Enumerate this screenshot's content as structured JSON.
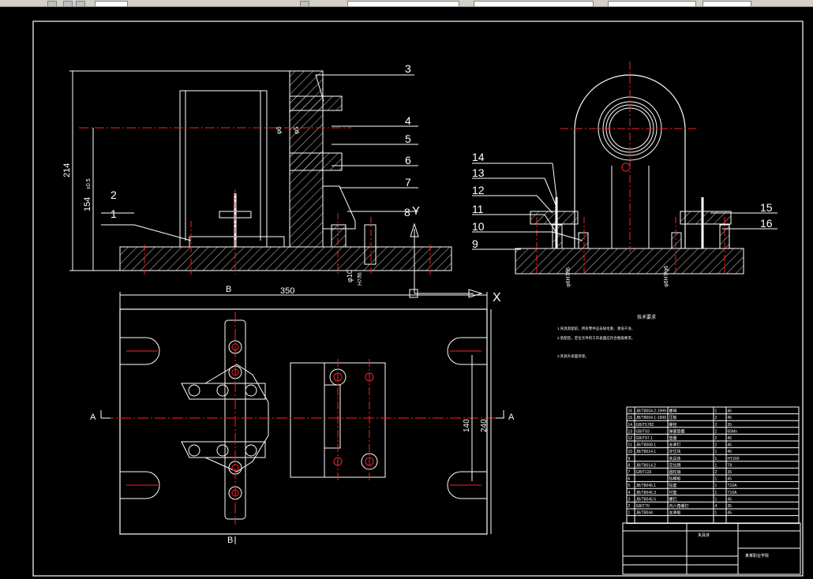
{
  "drawing": {
    "view_labels": {
      "section_b": "B",
      "section_a_left": "A",
      "section_a_right": "A",
      "section_b_bottom": "B"
    },
    "axes": {
      "x": "X",
      "y": "Y"
    },
    "dimensions": {
      "overall_height": "214",
      "height_2": "154",
      "tol_2": "±0.5",
      "length": "350",
      "width_140": "140",
      "width_240": "240",
      "bore_1": "φ6",
      "bore_2": "φ5",
      "pin_diam": "φ10",
      "fit": "H7/f6",
      "fit_right": "φ6H7/f6",
      "fit_right_2": "φ6H7/g6"
    },
    "callouts": {
      "left": [
        "1",
        "2",
        "3",
        "4",
        "5",
        "6",
        "7",
        "8"
      ],
      "right": [
        "9",
        "10",
        "11",
        "12",
        "13",
        "14",
        "15",
        "16"
      ]
    },
    "tech_requirements": {
      "title": "技术要求",
      "lines": [
        "1.夹具装配前，所有零件应去除毛刺、清洗干净。",
        "2.装配后，定位元件的工作表面应符合图纸要求。",
        "3.夹具外表面涂漆。"
      ]
    },
    "title_block": {
      "company": "某某职业学院",
      "drawing_name": "夹具体"
    },
    "bom_rows": [
      [
        "16",
        "JB/T8004.2-1999",
        "螺母",
        "1",
        "45"
      ],
      [
        "15",
        "JB/T8004.1-1999",
        "压板",
        "2",
        "45"
      ],
      [
        "14",
        "GB/T5782",
        "螺栓",
        "2",
        "35"
      ],
      [
        "13",
        "GB/T93",
        "弹簧垫圈",
        "2",
        "65Mn"
      ],
      [
        "12",
        "GB/T97.1",
        "垫圈",
        "2",
        "45"
      ],
      [
        "11",
        "JB/T8008.1",
        "支承钉",
        "2",
        "45"
      ],
      [
        "10",
        "JB/T8014.1",
        "定位块",
        "1",
        "45"
      ],
      [
        "9",
        "",
        "夹具体",
        "1",
        "HT200"
      ],
      [
        "8",
        "JB/T8014.2",
        "定位销",
        "1",
        "T8"
      ],
      [
        "7",
        "GB/T119",
        "圆柱销",
        "2",
        "35"
      ],
      [
        "6",
        "",
        "钻模板",
        "1",
        "45"
      ],
      [
        "5",
        "JB/T8045.1",
        "钻套",
        "1",
        "T10A"
      ],
      [
        "4",
        "JB/T8045.3",
        "衬套",
        "1",
        "T10A"
      ],
      [
        "3",
        "JB/T8045.5",
        "螺钉",
        "1",
        "45"
      ],
      [
        "2",
        "GB/T70",
        "内六角螺钉",
        "4",
        "35"
      ],
      [
        "1",
        "JB/T8044",
        "支承板",
        "1",
        "45"
      ]
    ]
  }
}
